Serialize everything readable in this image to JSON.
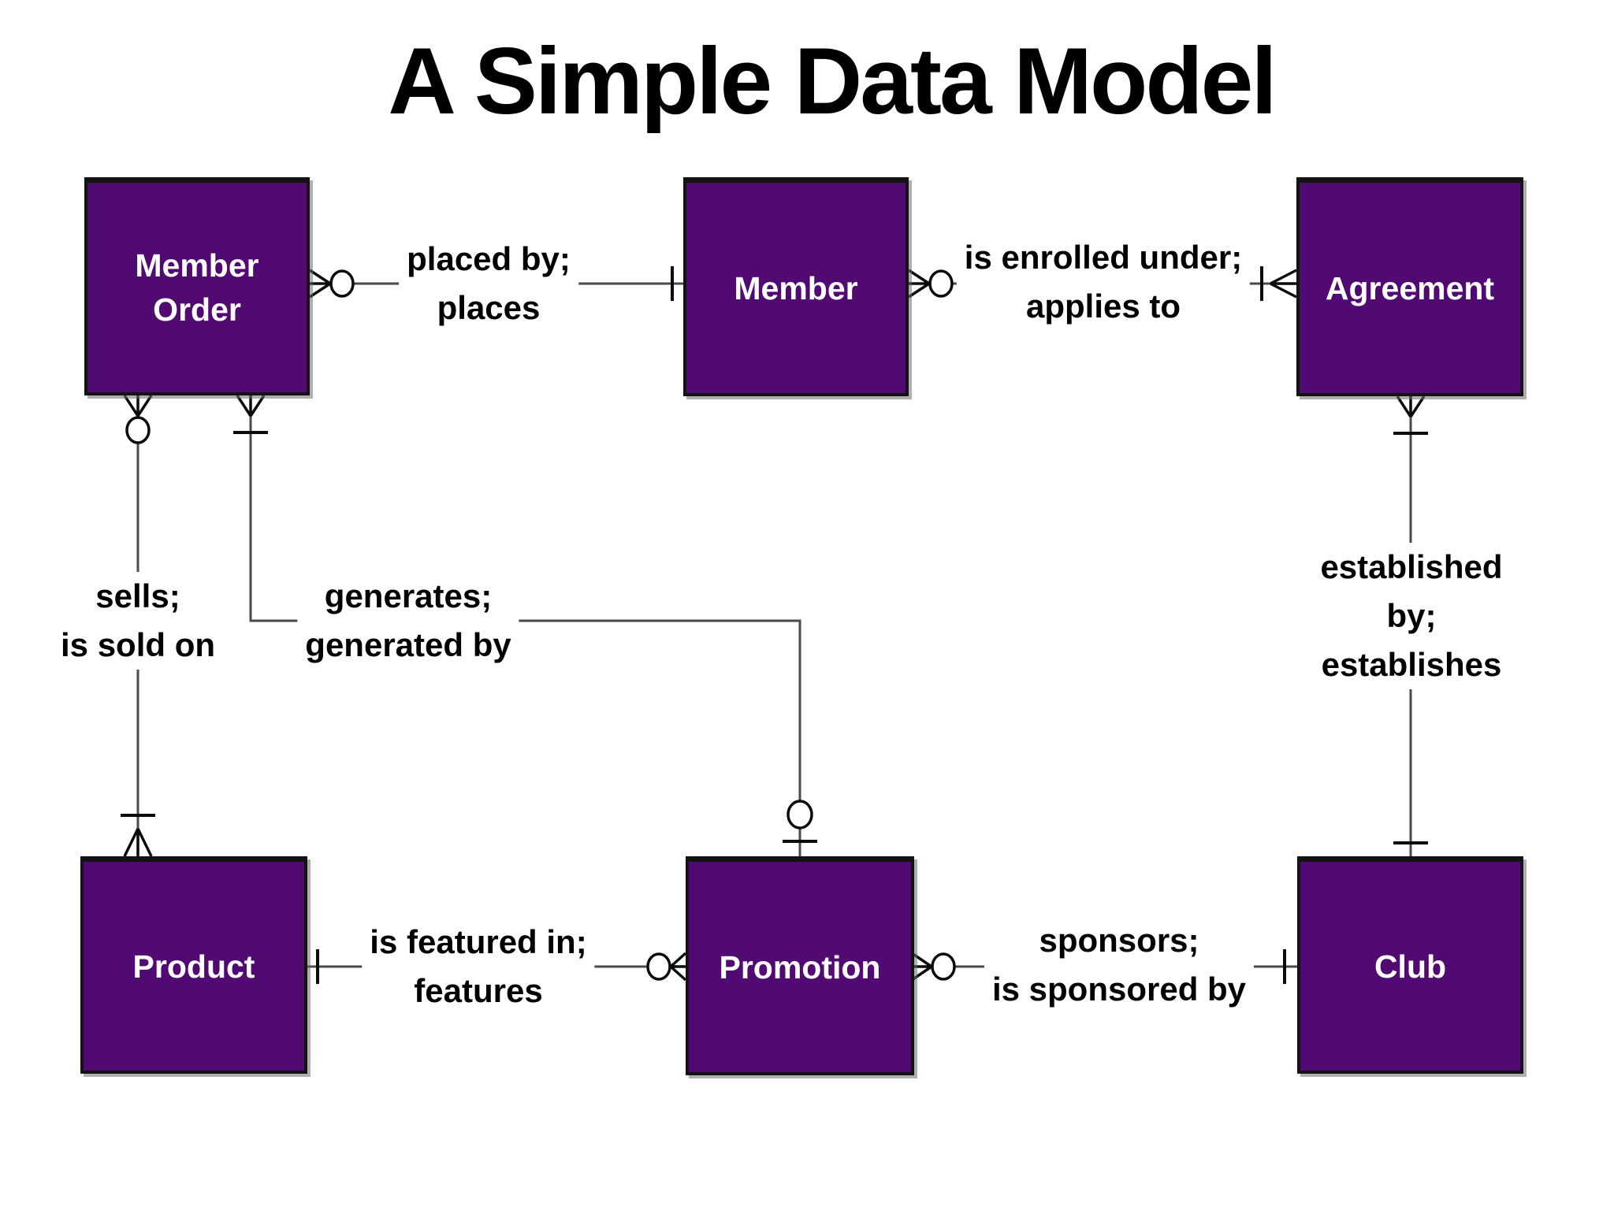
{
  "title": "A Simple Data Model",
  "colors": {
    "entity_fill": "#520a73",
    "entity_border": "#131313",
    "entity_text": "#ffffff",
    "wire": "#4a4a4a",
    "symbol": "#0b0b0b",
    "label_text": "#000000",
    "background": "#ffffff"
  },
  "entities": [
    {
      "id": "member-order",
      "label": "Member\nOrder"
    },
    {
      "id": "member",
      "label": "Member"
    },
    {
      "id": "agreement",
      "label": "Agreement"
    },
    {
      "id": "product",
      "label": "Product"
    },
    {
      "id": "promotion",
      "label": "Promotion"
    },
    {
      "id": "club",
      "label": "Club"
    }
  ],
  "relationships": [
    {
      "id": "placed-by",
      "from": "Member Order",
      "to": "Member",
      "label": "placed by;\nplaces",
      "from_symbol": "crow-foot-with-circle (zero or many)",
      "to_symbol": "single-bar (one)"
    },
    {
      "id": "enrolled",
      "from": "Member",
      "to": "Agreement",
      "label": "is enrolled under;\napplies to",
      "from_symbol": "crow-foot-with-circle (zero or many)",
      "to_symbol": "bar-with-crow-foot (one or many)"
    },
    {
      "id": "sells",
      "from": "Member Order",
      "to": "Product",
      "label": "sells;\nis sold on",
      "from_symbol": "crow-foot-with-circle (zero or many)",
      "to_symbol": "bar-with-crow-foot (one or many)"
    },
    {
      "id": "generates",
      "from": "Member Order",
      "to": "Promotion",
      "label": "generates;\ngenerated by",
      "from_symbol": "crow-foot-with-bar (one or many)",
      "to_symbol": "circle-with-bar (zero or one)"
    },
    {
      "id": "established",
      "from": "Agreement",
      "to": "Club",
      "label": "established by;\nestablishes",
      "from_symbol": "crow-foot-with-bar (one or many)",
      "to_symbol": "single-bar (one)"
    },
    {
      "id": "featured",
      "from": "Product",
      "to": "Promotion",
      "label": "is featured in;\nfeatures",
      "from_symbol": "single-bar (one)",
      "to_symbol": "circle-with-crow-foot (zero or many)"
    },
    {
      "id": "sponsors",
      "from": "Promotion",
      "to": "Club",
      "label": "sponsors;\nis sponsored by",
      "from_symbol": "crow-foot-with-circle (zero or many)",
      "to_symbol": "single-bar (one)"
    }
  ]
}
